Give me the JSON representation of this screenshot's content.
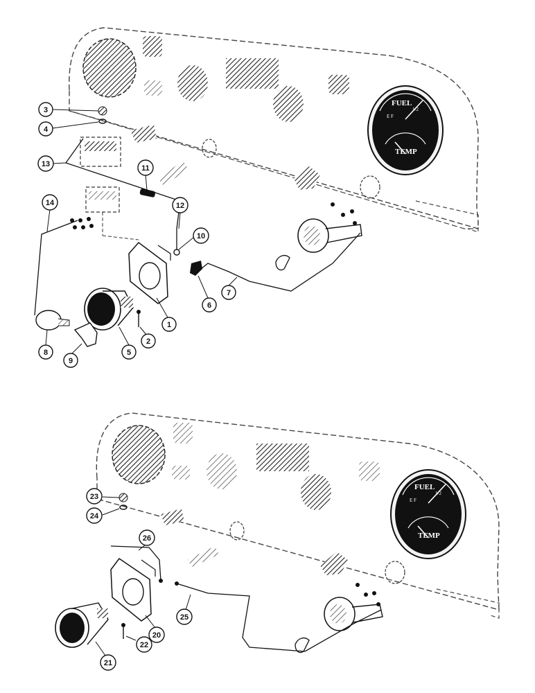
{
  "upper_gauge": {
    "fuel_label": "FUEL",
    "fraction_label": "1/2",
    "fe_label": "E  F",
    "temp_label": "TEMP"
  },
  "lower_gauge": {
    "fuel_label": "FUEL",
    "fraction_label": "1/2",
    "fe_label": "E  F",
    "temp_label": "TEMP"
  },
  "callouts": {
    "c1": "1",
    "c2": "2",
    "c3": "3",
    "c4": "4",
    "c5": "5",
    "c6": "6",
    "c7": "7",
    "c8": "8",
    "c9": "9",
    "c10": "10",
    "c11": "11",
    "c12": "12",
    "c13": "13",
    "c14": "14",
    "c20": "20",
    "c21": "21",
    "c22": "22",
    "c23": "23",
    "c24": "24",
    "c25": "25",
    "c26": "26"
  }
}
